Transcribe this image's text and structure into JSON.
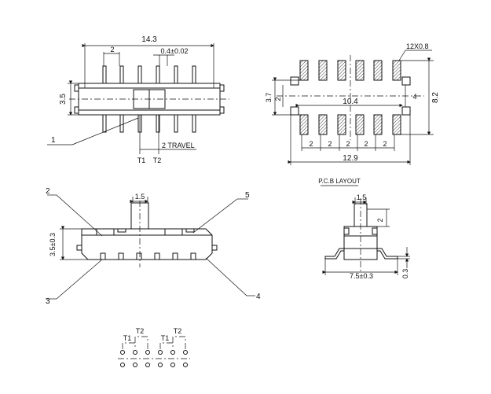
{
  "top_view": {
    "dim_width": "14.3",
    "dim_pitch": "2",
    "dim_pin_width": "0.4±0.02",
    "dim_height": "3.5",
    "travel": "2  TRAVEL",
    "t1": "T1",
    "t2": "T2",
    "callout_1": "1"
  },
  "pad_layout": {
    "dim_pads": "12X0.8",
    "dim_3_7": "3.7",
    "dim_2": "2",
    "dim_10_4": "10.4",
    "dim_4": "4",
    "dim_8_2": "8.2",
    "pitch_labels": [
      "2",
      "2",
      "2",
      "2",
      "2"
    ],
    "dim_12_9": "12.9"
  },
  "front_view": {
    "dim_1_5": "1.5",
    "dim_height": "3.5±0.3",
    "callout_2": "2",
    "callout_3": "3",
    "callout_4": "4",
    "callout_5": "5"
  },
  "pcb_layout": {
    "title": "P.C.B  LAYOUT",
    "dim_1_5": "1.5",
    "dim_2": "2",
    "dim_7_5": "7.5±0.3",
    "dim_0_3": "0.3"
  },
  "schematic": {
    "t1_a": "T1",
    "t2_a": "T2",
    "t1_b": "T1",
    "t2_b": "T2"
  }
}
